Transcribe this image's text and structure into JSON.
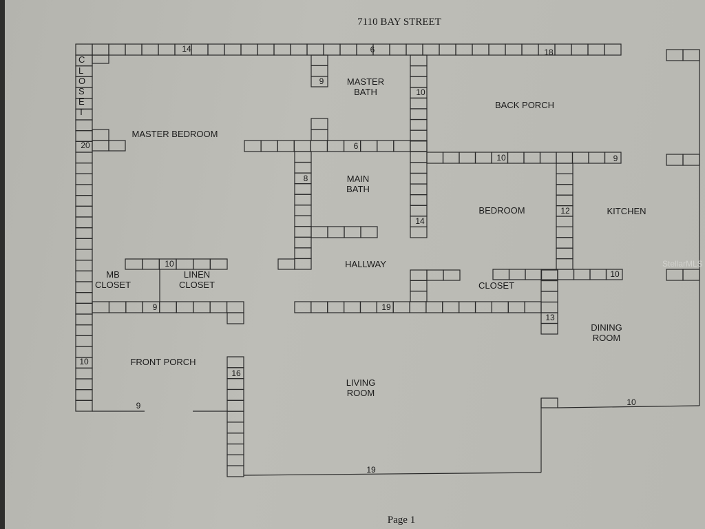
{
  "title": "7110 BAY STREET",
  "page_label": "Page 1",
  "watermark": "StellarMLS",
  "rooms": {
    "closet_vertical": [
      "C",
      "L",
      "O",
      "S",
      "E",
      "T"
    ],
    "master_bedroom": "MASTER BEDROOM",
    "master_bath": "MASTER\nBATH",
    "back_porch": "BACK PORCH",
    "main_bath": "MAIN\nBATH",
    "bedroom": "BEDROOM",
    "kitchen": "KITCHEN",
    "halfway": "HALLWAY",
    "mb_closet": "MB\nCLOSET",
    "linen_closet": "LINEN\nCLOSET",
    "closet": "CLOSET",
    "dining_room": "DINING\nROOM",
    "front_porch": "FRONT PORCH",
    "living_room": "LIVING\nROOM"
  },
  "dimensions": {
    "top_14": "14",
    "top_6": "6",
    "top_18": "18",
    "mb_20": "20",
    "mbath_9": "9",
    "mbath_10": "10",
    "mid_6": "6",
    "porch_10": "10",
    "porch_9": "9",
    "mainbath_8": "8",
    "kitchen_12": "12",
    "bedroom_14": "14",
    "mbcl_10": "10",
    "closet_10": "10",
    "closet_9": "9",
    "hall_19": "19",
    "dining_13": "13",
    "front_10": "10",
    "front_9": "9",
    "living_16": "16",
    "right_10": "10",
    "bottom_19": "19"
  }
}
